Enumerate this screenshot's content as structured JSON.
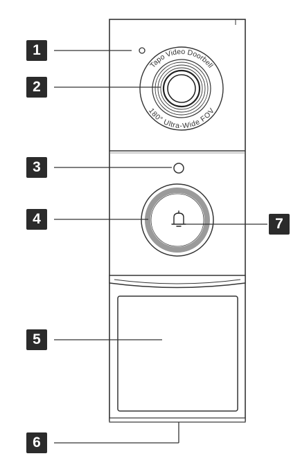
{
  "lens_ring": {
    "top_text": "Tapo Video Doorbell",
    "bottom_text": "180° Ultra-Wide FOV"
  },
  "callouts": [
    {
      "label": "1",
      "part": "status-led"
    },
    {
      "label": "2",
      "part": "camera-lens"
    },
    {
      "label": "3",
      "part": "light-sensor"
    },
    {
      "label": "4",
      "part": "led-ring"
    },
    {
      "label": "5",
      "part": "battery-cover"
    },
    {
      "label": "6",
      "part": "bottom-edge"
    },
    {
      "label": "7",
      "part": "doorbell-button"
    }
  ],
  "colors": {
    "outline": "#333333",
    "badge": "#2b2b2b",
    "led_ring": "#9a9a9a",
    "device_fill": "#ffffff"
  },
  "icons": {
    "button_icon": "bell-icon"
  }
}
